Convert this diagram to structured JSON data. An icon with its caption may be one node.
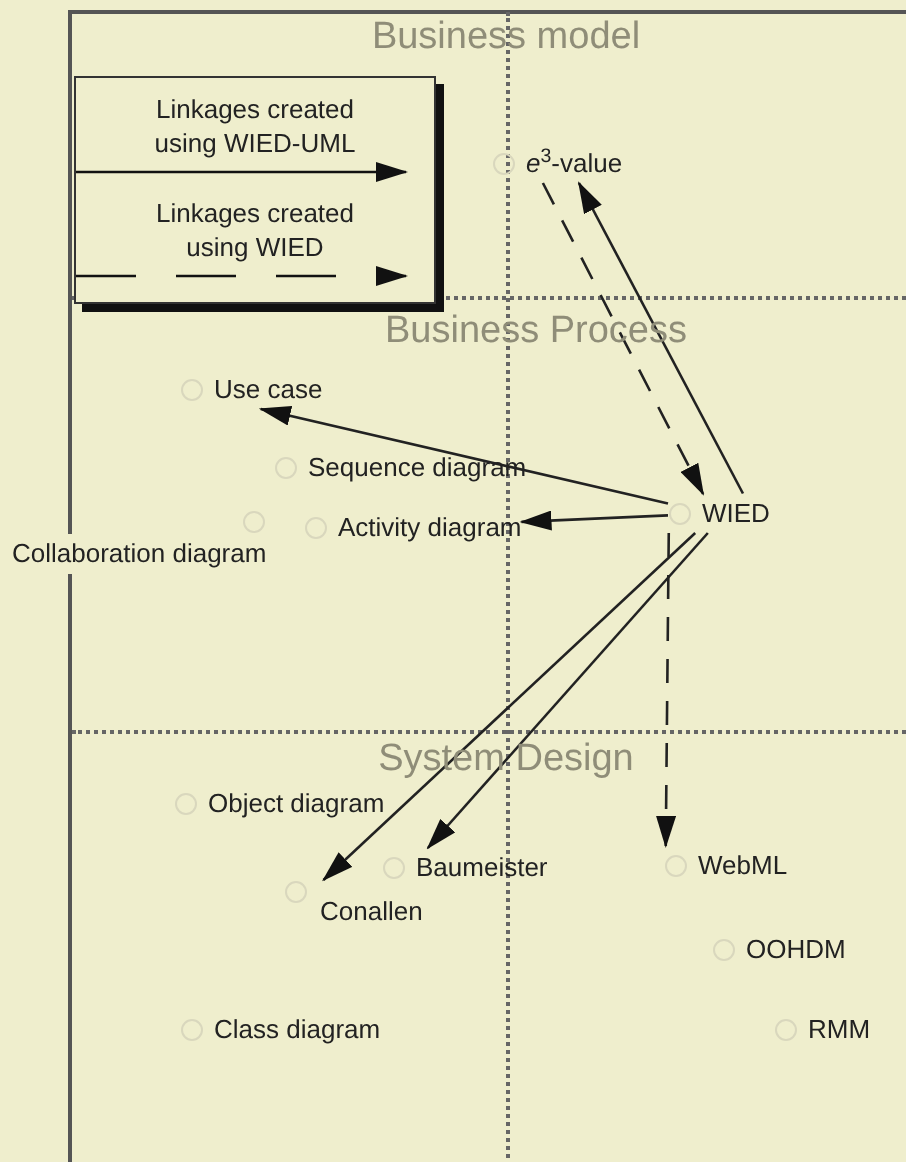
{
  "diagram": {
    "nodes": [
      {
        "text": [
          "*e*$^{3}$-value"
        ]
      },
      {
        "text": [
          "Use case"
        ]
      },
      {
        "text": [
          "Sequence diagram"
        ]
      },
      {
        "text": [
          "Activity diagram"
        ]
      },
      {
        "text": [
          "Collaboration diagram"
        ]
      },
      {
        "text": [
          "WIED"
        ]
      },
      {
        "text": [
          "Object diagram"
        ]
      },
      {
        "text": [
          "Baumeister"
        ]
      },
      {
        "text": [
          "Conallen"
        ]
      },
      {
        "text": [
          "WebML"
        ]
      },
      {
        "text": [
          "OOHDM"
        ]
      },
      {
        "text": [
          "Class diagram"
        ]
      },
      {
        "text": [
          "RMM"
        ]
      }
    ],
    "edges": [
      {
        "from": 5,
        "to": 0,
        "arrow": "to"
      },
      {
        "from": 0,
        "to": 5,
        "arrow": "to",
        "style": "dashed"
      },
      {
        "from": 5,
        "to": 1,
        "arrow": "to"
      },
      {
        "from": 5,
        "to": 3,
        "arrow": "to"
      },
      {
        "from": 5,
        "to": 8,
        "arrow": "to"
      },
      {
        "from": 5,
        "to": 7,
        "arrow": "to"
      },
      {
        "from": 5,
        "to": 9,
        "arrow": "to",
        "style": "dashed"
      }
    ],
    "labels": [
      "Business model",
      "Business Process",
      "System Design"
    ],
    "legend": [
      {
        "text": "Linkages created using WIED-UML"
      },
      {
        "text": "Linkages created using WIED"
      }
    ]
  }
}
